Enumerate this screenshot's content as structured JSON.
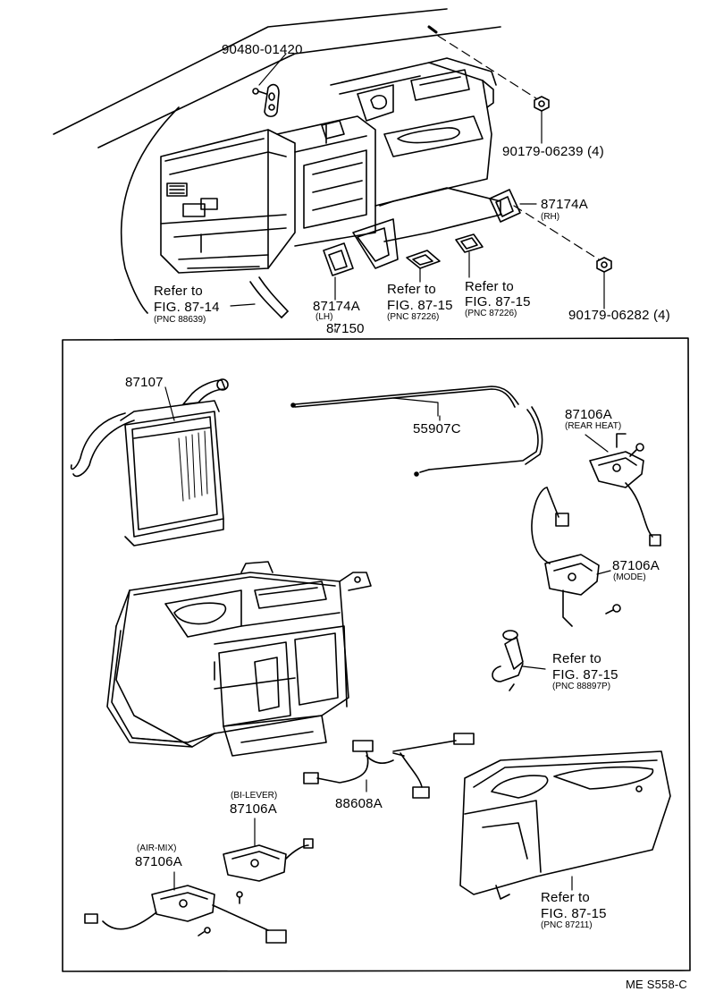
{
  "labels": {
    "p90480": "90480-01420",
    "p90179a": "90179-06239 (4)",
    "p87174rh": "87174A",
    "rh": "(RH)",
    "p90179b": "90179-06282 (4)",
    "ref1a": "Refer to",
    "ref1b": "FIG. 87-14",
    "ref1c": "(PNC 88639)",
    "p87174lh": "87174A",
    "lh": "(LH)",
    "ref2a": "Refer to",
    "ref2b": "FIG. 87-15",
    "ref2c": "(PNC 87226)",
    "ref3a": "Refer to",
    "ref3b": "FIG. 87-15",
    "ref3c": "(PNC 87226)",
    "p87150": "87150",
    "p87107": "87107",
    "p55907": "55907C",
    "p87106rh": "87106A",
    "rearheat": "(REAR HEAT)",
    "p87106mode": "87106A",
    "mode": "(MODE)",
    "ref4a": "Refer to",
    "ref4b": "FIG. 87-15",
    "ref4c": "(PNC 88897P)",
    "bilever": "(BI-LEVER)",
    "p87106bi": "87106A",
    "p88608": "88608A",
    "airmix": "(AIR-MIX)",
    "p87106air": "87106A",
    "ref5a": "Refer to",
    "ref5b": "FIG. 87-15",
    "ref5c": "(PNC 87211)",
    "code": "ME S558-C"
  }
}
